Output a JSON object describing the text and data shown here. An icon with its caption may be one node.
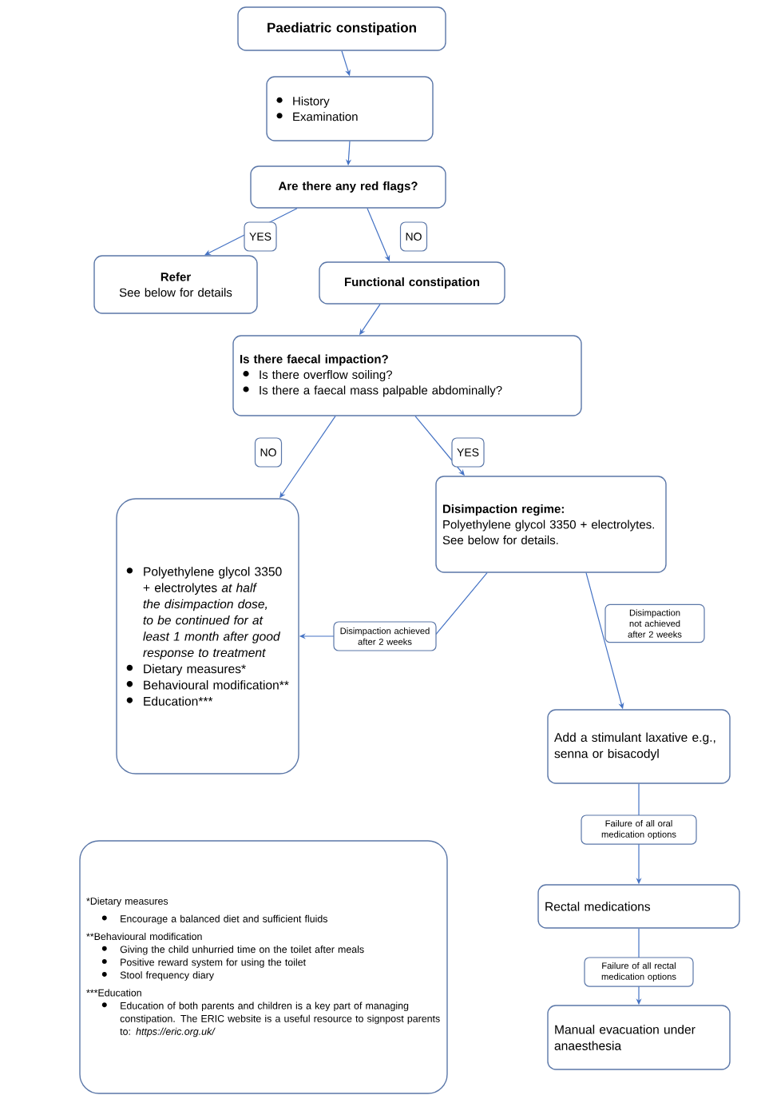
{
  "diagram": {
    "nodes": [
      {
        "text": [
          "Paediatric constipation"
        ]
      },
      {
        "text": [
          "History",
          "Examination"
        ]
      },
      {
        "text": [
          "Are there any red flags?"
        ]
      },
      {
        "text": [
          "Refer",
          "See below for details"
        ]
      },
      {
        "text": [
          "Functional constipation"
        ]
      },
      {
        "text": [
          "Is there faecal impaction?",
          "Is there overflow soiling?",
          "Is there a faecal mass palpable abdominally?"
        ]
      },
      {
        "text": [
          "Polyethylene glycol 3350 + electrolytes *at half the disimpaction dose, to be continued for at least 1 month after good response to treatment*",
          "Dietary measures*",
          "Behavioural modification**",
          "Education***"
        ]
      },
      {
        "text": [
          "Disimpaction regime:",
          "Polyethylene glycol 3350 + electrolytes. See below for details."
        ]
      },
      {
        "text": [
          "Add a stimulant laxative e.g., senna or bisacodyl"
        ]
      },
      {
        "text": [
          "Rectal medications"
        ]
      },
      {
        "text": [
          "Manual evacuation under anaesthesia"
        ]
      },
      {
        "text": [
          "*Dietary measures",
          "Encourage a balanced diet and sufficient fluids",
          "**Behavioural modification",
          "Giving the child unhurried time on the toilet after meals",
          "Positive reward system for using the toilet",
          "Stool frequency diary",
          "***Education",
          "Education of both parents and children is a key part of managing constipation. The ERIC website is a useful resource to signpost parents to: *https://eric.org.uk/*"
        ]
      }
    ],
    "edges": [
      {
        "from": 0,
        "to": 1,
        "arrow": "to"
      },
      {
        "from": 1,
        "to": 2,
        "arrow": "to"
      },
      {
        "from": 2,
        "to": 3,
        "arrow": "to",
        "label": "YES"
      },
      {
        "from": 2,
        "to": 4,
        "arrow": "to",
        "label": "NO"
      },
      {
        "from": 4,
        "to": 5,
        "arrow": "to"
      },
      {
        "from": 5,
        "to": 6,
        "arrow": "to",
        "label": "NO"
      },
      {
        "from": 5,
        "to": 7,
        "arrow": "to",
        "label": "YES"
      },
      {
        "from": 7,
        "to": 6,
        "arrow": "to",
        "label": "Disimpaction achieved after 2 weeks"
      },
      {
        "from": 7,
        "to": 8,
        "arrow": "to",
        "label": "Disimpaction not achieved after 2 weeks"
      },
      {
        "from": 8,
        "to": 9,
        "arrow": "to",
        "label": "Failure of all oral medication options"
      },
      {
        "from": 9,
        "to": 10,
        "arrow": "to",
        "label": "Failure of all rectal medication options"
      }
    ]
  }
}
